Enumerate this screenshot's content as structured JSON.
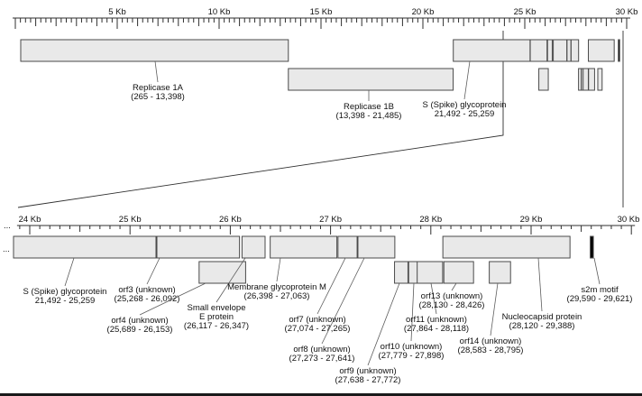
{
  "colors": {
    "background": "#ffffff",
    "box_fill": "#e9e9e9",
    "box_stroke": "#4a4a4a",
    "ruler": "#2f2f2f",
    "leader": "#5c5c5c",
    "text": "#111111",
    "s2m_fill": "#000000",
    "window_border": "#1a1a1a"
  },
  "top_ruler": {
    "labels": [
      {
        "bp": 5000,
        "text": "5 Kb"
      },
      {
        "bp": 10000,
        "text": "10 Kb"
      },
      {
        "bp": 15000,
        "text": "15 Kb"
      },
      {
        "bp": 20000,
        "text": "20 Kb"
      },
      {
        "bp": 25000,
        "text": "25 Kb"
      },
      {
        "bp": 30000,
        "text": "30 Kb"
      }
    ]
  },
  "bottom_ruler": {
    "ellipsis": "...",
    "labels": [
      {
        "bp": 24000,
        "text": "24 Kb"
      },
      {
        "bp": 25000,
        "text": "25 Kb"
      },
      {
        "bp": 26000,
        "text": "26 Kb"
      },
      {
        "bp": 27000,
        "text": "27 Kb"
      },
      {
        "bp": 28000,
        "text": "28 Kb"
      },
      {
        "bp": 29000,
        "text": "29 Kb"
      },
      {
        "bp": 30000,
        "text": "30 Kb"
      }
    ]
  },
  "track_ellipsis": "...",
  "genes": [
    {
      "id": "replicase-1a",
      "start": 265,
      "end": 13398,
      "row": 0,
      "label_lines": [
        "Replicase 1A",
        "(265 - 13,398)"
      ]
    },
    {
      "id": "replicase-1b",
      "start": 13398,
      "end": 21485,
      "row": 1,
      "label_lines": [
        "Replicase 1B",
        "(13,398 - 21,485)"
      ]
    },
    {
      "id": "spike",
      "start": 21492,
      "end": 25259,
      "row": 0,
      "label_lines": [
        "S (Spike) glycoprotein",
        "21,492 - 25,259"
      ]
    },
    {
      "id": "orf3",
      "start": 25268,
      "end": 26092,
      "row": 0,
      "label_lines": [
        "orf3 (unknown)",
        "(25,268 - 26,092)"
      ]
    },
    {
      "id": "orf4",
      "start": 25689,
      "end": 26153,
      "row": 1,
      "label_lines": [
        "orf4 (unknown)",
        "(25,689 - 26,153)"
      ]
    },
    {
      "id": "envelope-e",
      "start": 26117,
      "end": 26347,
      "row": 0,
      "label_lines": [
        "Small envelope",
        "E protein",
        "(26,117 - 26,347)"
      ]
    },
    {
      "id": "membrane-m",
      "start": 26398,
      "end": 27063,
      "row": 0,
      "label_lines": [
        "Membrane glycoprotein M",
        "(26,398 - 27,063)"
      ]
    },
    {
      "id": "orf7",
      "start": 27074,
      "end": 27265,
      "row": 0,
      "label_lines": [
        "orf7 (unknown)",
        "(27,074 - 27,265)"
      ]
    },
    {
      "id": "orf8",
      "start": 27273,
      "end": 27641,
      "row": 0,
      "label_lines": [
        "orf8 (unknown)",
        "(27,273 - 27,641)"
      ]
    },
    {
      "id": "orf9",
      "start": 27638,
      "end": 27772,
      "row": 1,
      "label_lines": [
        "orf9 (unknown)",
        "(27,638 - 27,772)"
      ]
    },
    {
      "id": "orf10",
      "start": 27779,
      "end": 27898,
      "row": 1,
      "label_lines": [
        "orf10 (unknown)",
        "(27,779 - 27,898)"
      ]
    },
    {
      "id": "orf11",
      "start": 27864,
      "end": 28118,
      "row": 1,
      "label_lines": [
        "orf11 (unknown)",
        "(27,864 - 28,118)"
      ]
    },
    {
      "id": "orf13",
      "start": 28130,
      "end": 28426,
      "row": 1,
      "label_lines": [
        "orf13 (unknown)",
        "(28,130 - 28,426)"
      ]
    },
    {
      "id": "orf14",
      "start": 28583,
      "end": 28795,
      "row": 1,
      "label_lines": [
        "orf14 (unknown)",
        "(28,583 - 28,795)"
      ]
    },
    {
      "id": "nucleocapsid",
      "start": 28120,
      "end": 29388,
      "row": 0,
      "label_lines": [
        "Nucleocapsid protein",
        "(28,120 - 29,388)"
      ]
    },
    {
      "id": "s2m",
      "start": 29590,
      "end": 29621,
      "row": 0,
      "solid": true,
      "label_lines": [
        "s2m motif",
        "(29,590 - 29,621)"
      ]
    }
  ]
}
